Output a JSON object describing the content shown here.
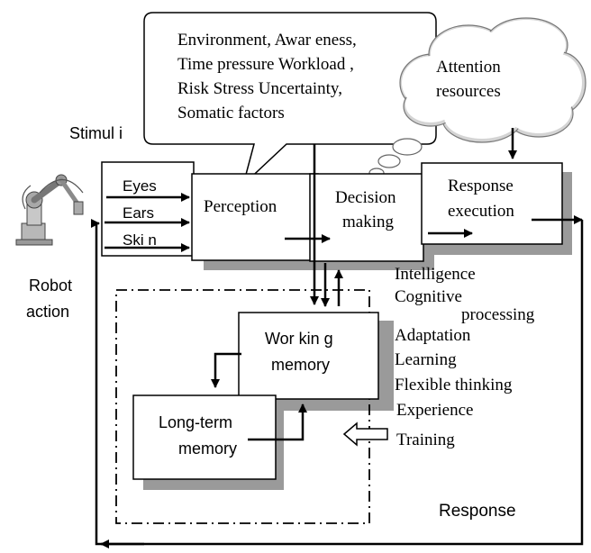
{
  "callout": {
    "lines": [
      "Environment, Awar eness,",
      "Time pressure Workload ,",
      "Risk Stress Uncertainty,",
      "Somatic factors"
    ]
  },
  "cloud": {
    "lines": [
      "Attention",
      "resources"
    ]
  },
  "stimuli": {
    "title": "Stimul i",
    "senses": [
      "Eyes",
      "Ears",
      "Ski n"
    ]
  },
  "boxes": {
    "perception": "Perception",
    "decision": [
      "Decision",
      "making"
    ],
    "response": [
      "Response",
      "execution"
    ],
    "working_memory": [
      "Wor kin g",
      "memory"
    ],
    "long_term_memory": [
      "Long-term",
      "memory"
    ]
  },
  "robot_action": [
    "Robot",
    "action"
  ],
  "capabilities": [
    "Intelligence",
    "Cognitive",
    "processing",
    "Adaptation",
    "Learning",
    "Flexible thinking",
    "Experience",
    "Training"
  ],
  "response_label": "Response"
}
